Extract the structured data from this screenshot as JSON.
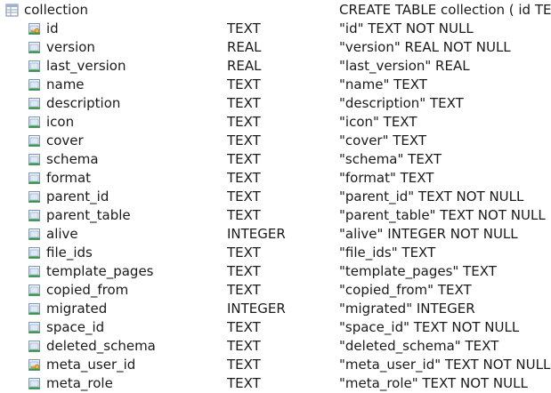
{
  "table": {
    "name": "collection",
    "schema": "CREATE TABLE collection ( id TE",
    "icon": "table-icon"
  },
  "columns": [
    {
      "name": "id",
      "type": "TEXT",
      "schema": "\"id\" TEXT NOT NULL",
      "icon": "key-field-icon"
    },
    {
      "name": "version",
      "type": "REAL",
      "schema": "\"version\" REAL NOT NULL",
      "icon": "field-icon"
    },
    {
      "name": "last_version",
      "type": "REAL",
      "schema": "\"last_version\" REAL",
      "icon": "field-icon"
    },
    {
      "name": "name",
      "type": "TEXT",
      "schema": "\"name\" TEXT",
      "icon": "field-icon"
    },
    {
      "name": "description",
      "type": "TEXT",
      "schema": "\"description\" TEXT",
      "icon": "field-icon"
    },
    {
      "name": "icon",
      "type": "TEXT",
      "schema": "\"icon\" TEXT",
      "icon": "field-icon"
    },
    {
      "name": "cover",
      "type": "TEXT",
      "schema": "\"cover\" TEXT",
      "icon": "field-icon"
    },
    {
      "name": "schema",
      "type": "TEXT",
      "schema": "\"schema\" TEXT",
      "icon": "field-icon"
    },
    {
      "name": "format",
      "type": "TEXT",
      "schema": "\"format\" TEXT",
      "icon": "field-icon"
    },
    {
      "name": "parent_id",
      "type": "TEXT",
      "schema": "\"parent_id\" TEXT NOT NULL",
      "icon": "field-icon"
    },
    {
      "name": "parent_table",
      "type": "TEXT",
      "schema": "\"parent_table\" TEXT NOT NULL",
      "icon": "field-icon"
    },
    {
      "name": "alive",
      "type": "INTEGER",
      "schema": "\"alive\" INTEGER NOT NULL",
      "icon": "field-icon"
    },
    {
      "name": "file_ids",
      "type": "TEXT",
      "schema": "\"file_ids\" TEXT",
      "icon": "field-icon"
    },
    {
      "name": "template_pages",
      "type": "TEXT",
      "schema": "\"template_pages\" TEXT",
      "icon": "field-icon"
    },
    {
      "name": "copied_from",
      "type": "TEXT",
      "schema": "\"copied_from\" TEXT",
      "icon": "field-icon"
    },
    {
      "name": "migrated",
      "type": "INTEGER",
      "schema": "\"migrated\" INTEGER",
      "icon": "field-icon"
    },
    {
      "name": "space_id",
      "type": "TEXT",
      "schema": "\"space_id\" TEXT NOT NULL",
      "icon": "field-icon"
    },
    {
      "name": "deleted_schema",
      "type": "TEXT",
      "schema": "\"deleted_schema\" TEXT",
      "icon": "field-icon"
    },
    {
      "name": "meta_user_id",
      "type": "TEXT",
      "schema": "\"meta_user_id\" TEXT NOT NULL",
      "icon": "key-field-icon"
    },
    {
      "name": "meta_role",
      "type": "TEXT",
      "schema": "\"meta_role\" TEXT NOT NULL",
      "icon": "field-icon"
    }
  ]
}
